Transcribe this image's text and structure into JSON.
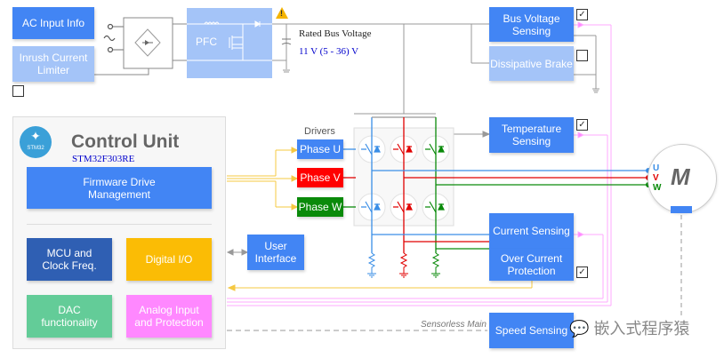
{
  "power_stage": {
    "ac_input_info": "AC Input Info",
    "inrush_current_limiter": "Inrush Current Limiter",
    "pfc": "PFC",
    "rated_bus_voltage_label": "Rated Bus Voltage",
    "rated_bus_voltage_value": "11 V (5 - 36) V",
    "inrush_checked": false
  },
  "sensing": {
    "bus_voltage_sensing": "Bus Voltage Sensing",
    "bus_voltage_checked": true,
    "dissipative_brake": "Dissipative Brake",
    "dissipative_brake_checked": false,
    "temperature_sensing": "Temperature Sensing",
    "temperature_checked": true,
    "current_sensing": "Current Sensing",
    "over_current_protection": "Over Current Protection",
    "over_current_checked": true,
    "speed_sensing": "Speed Sensing",
    "sensorless_label": "Sensorless Main"
  },
  "control_unit": {
    "title": "Control Unit",
    "mcu_part": "STM32F303RE",
    "logo_text": "STM32",
    "firmware": "Firmware Drive Management",
    "mcu_clock": "MCU and Clock Freq.",
    "digital_io": "Digital I/O",
    "dac": "DAC functionality",
    "analog_input": "Analog Input and Protection"
  },
  "drivers": {
    "title": "Drivers",
    "phases": [
      {
        "label": "Phase U",
        "color": "#4285f4"
      },
      {
        "label": "Phase V",
        "color": "#ff0000"
      },
      {
        "label": "Phase W",
        "color": "#0a8a0a"
      }
    ]
  },
  "user_interface": "User Interface",
  "motor": {
    "label": "M",
    "terminals": [
      "U",
      "V",
      "W"
    ]
  },
  "watermark": "嵌入式程序猿",
  "colors": {
    "phase_u": "#3a8ee6",
    "phase_v": "#e00000",
    "phase_w": "#0a8a0a",
    "signal_gold": "#f5c842",
    "signal_pink": "#ffaaff",
    "wire_gray": "#999999"
  }
}
